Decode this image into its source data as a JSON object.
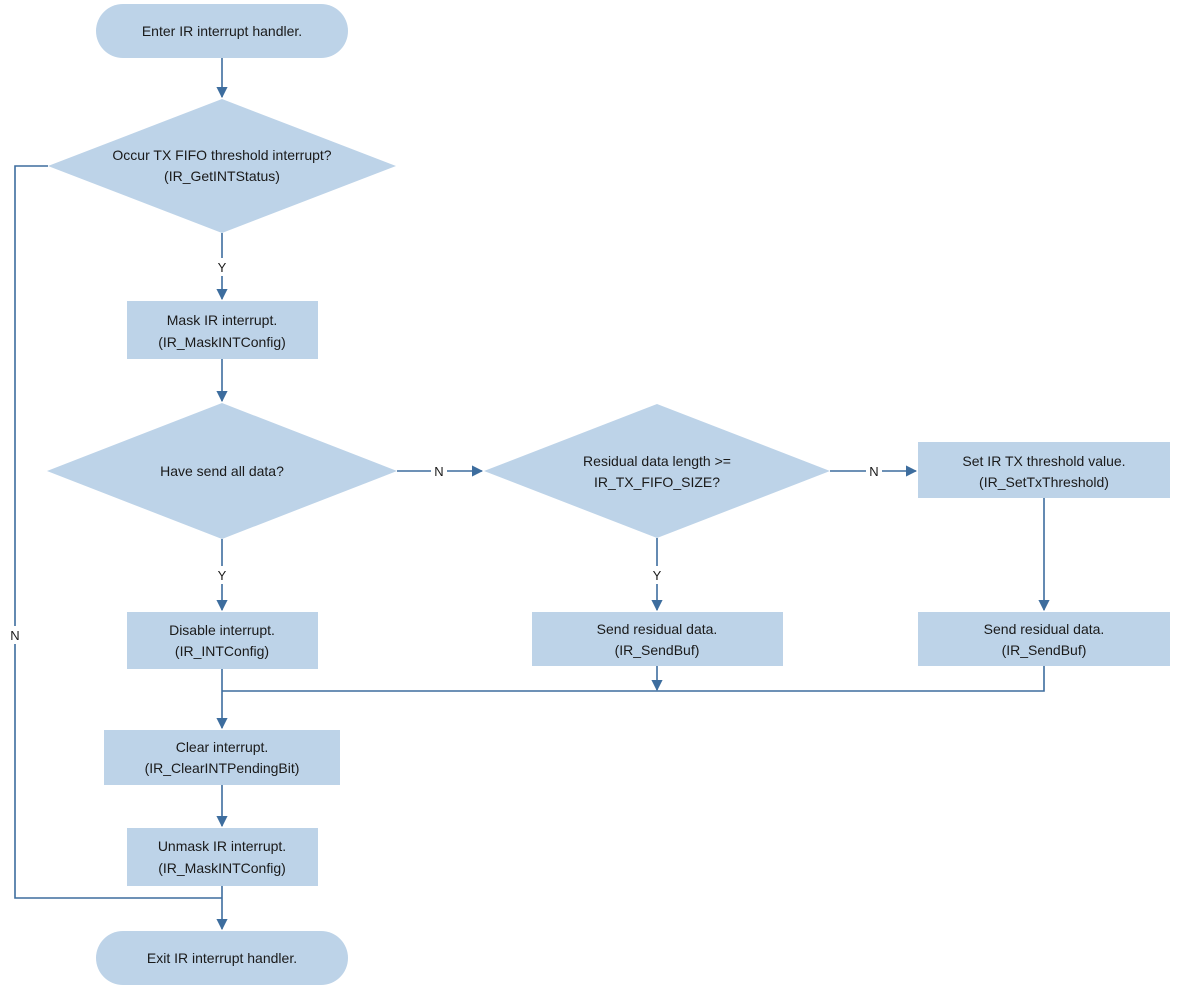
{
  "colors": {
    "node_fill": "#bdd3e8",
    "edge": "#3d6d9e",
    "text": "#1a1a1a"
  },
  "nodes": {
    "enter": {
      "line1": "Enter IR interrupt handler."
    },
    "check_tx": {
      "line1": "Occur TX FIFO threshold interrupt?",
      "line2": "(IR_GetINTStatus)"
    },
    "mask": {
      "line1": "Mask IR interrupt.",
      "line2": "(IR_MaskINTConfig)"
    },
    "all_sent": {
      "line1": "Have send all data?"
    },
    "residual_check": {
      "line1": "Residual data length >=",
      "line2": "IR_TX_FIFO_SIZE?"
    },
    "set_threshold": {
      "line1": "Set IR TX threshold value.",
      "line2": "(IR_SetTxThreshold)"
    },
    "disable": {
      "line1": "Disable interrupt.",
      "line2": "(IR_INTConfig)"
    },
    "send_mid": {
      "line1": "Send residual data.",
      "line2": "(IR_SendBuf)"
    },
    "send_right": {
      "line1": "Send residual data.",
      "line2": "(IR_SendBuf)"
    },
    "clear": {
      "line1": "Clear interrupt.",
      "line2": "(IR_ClearINTPendingBit)"
    },
    "unmask": {
      "line1": "Unmask IR interrupt.",
      "line2": "(IR_MaskINTConfig)"
    },
    "exit": {
      "line1": "Exit IR interrupt handler."
    }
  },
  "edge_labels": {
    "tx_yes": "Y",
    "tx_no": "N",
    "all_sent_no": "N",
    "all_sent_yes": "Y",
    "residual_yes": "Y",
    "residual_no": "N"
  }
}
